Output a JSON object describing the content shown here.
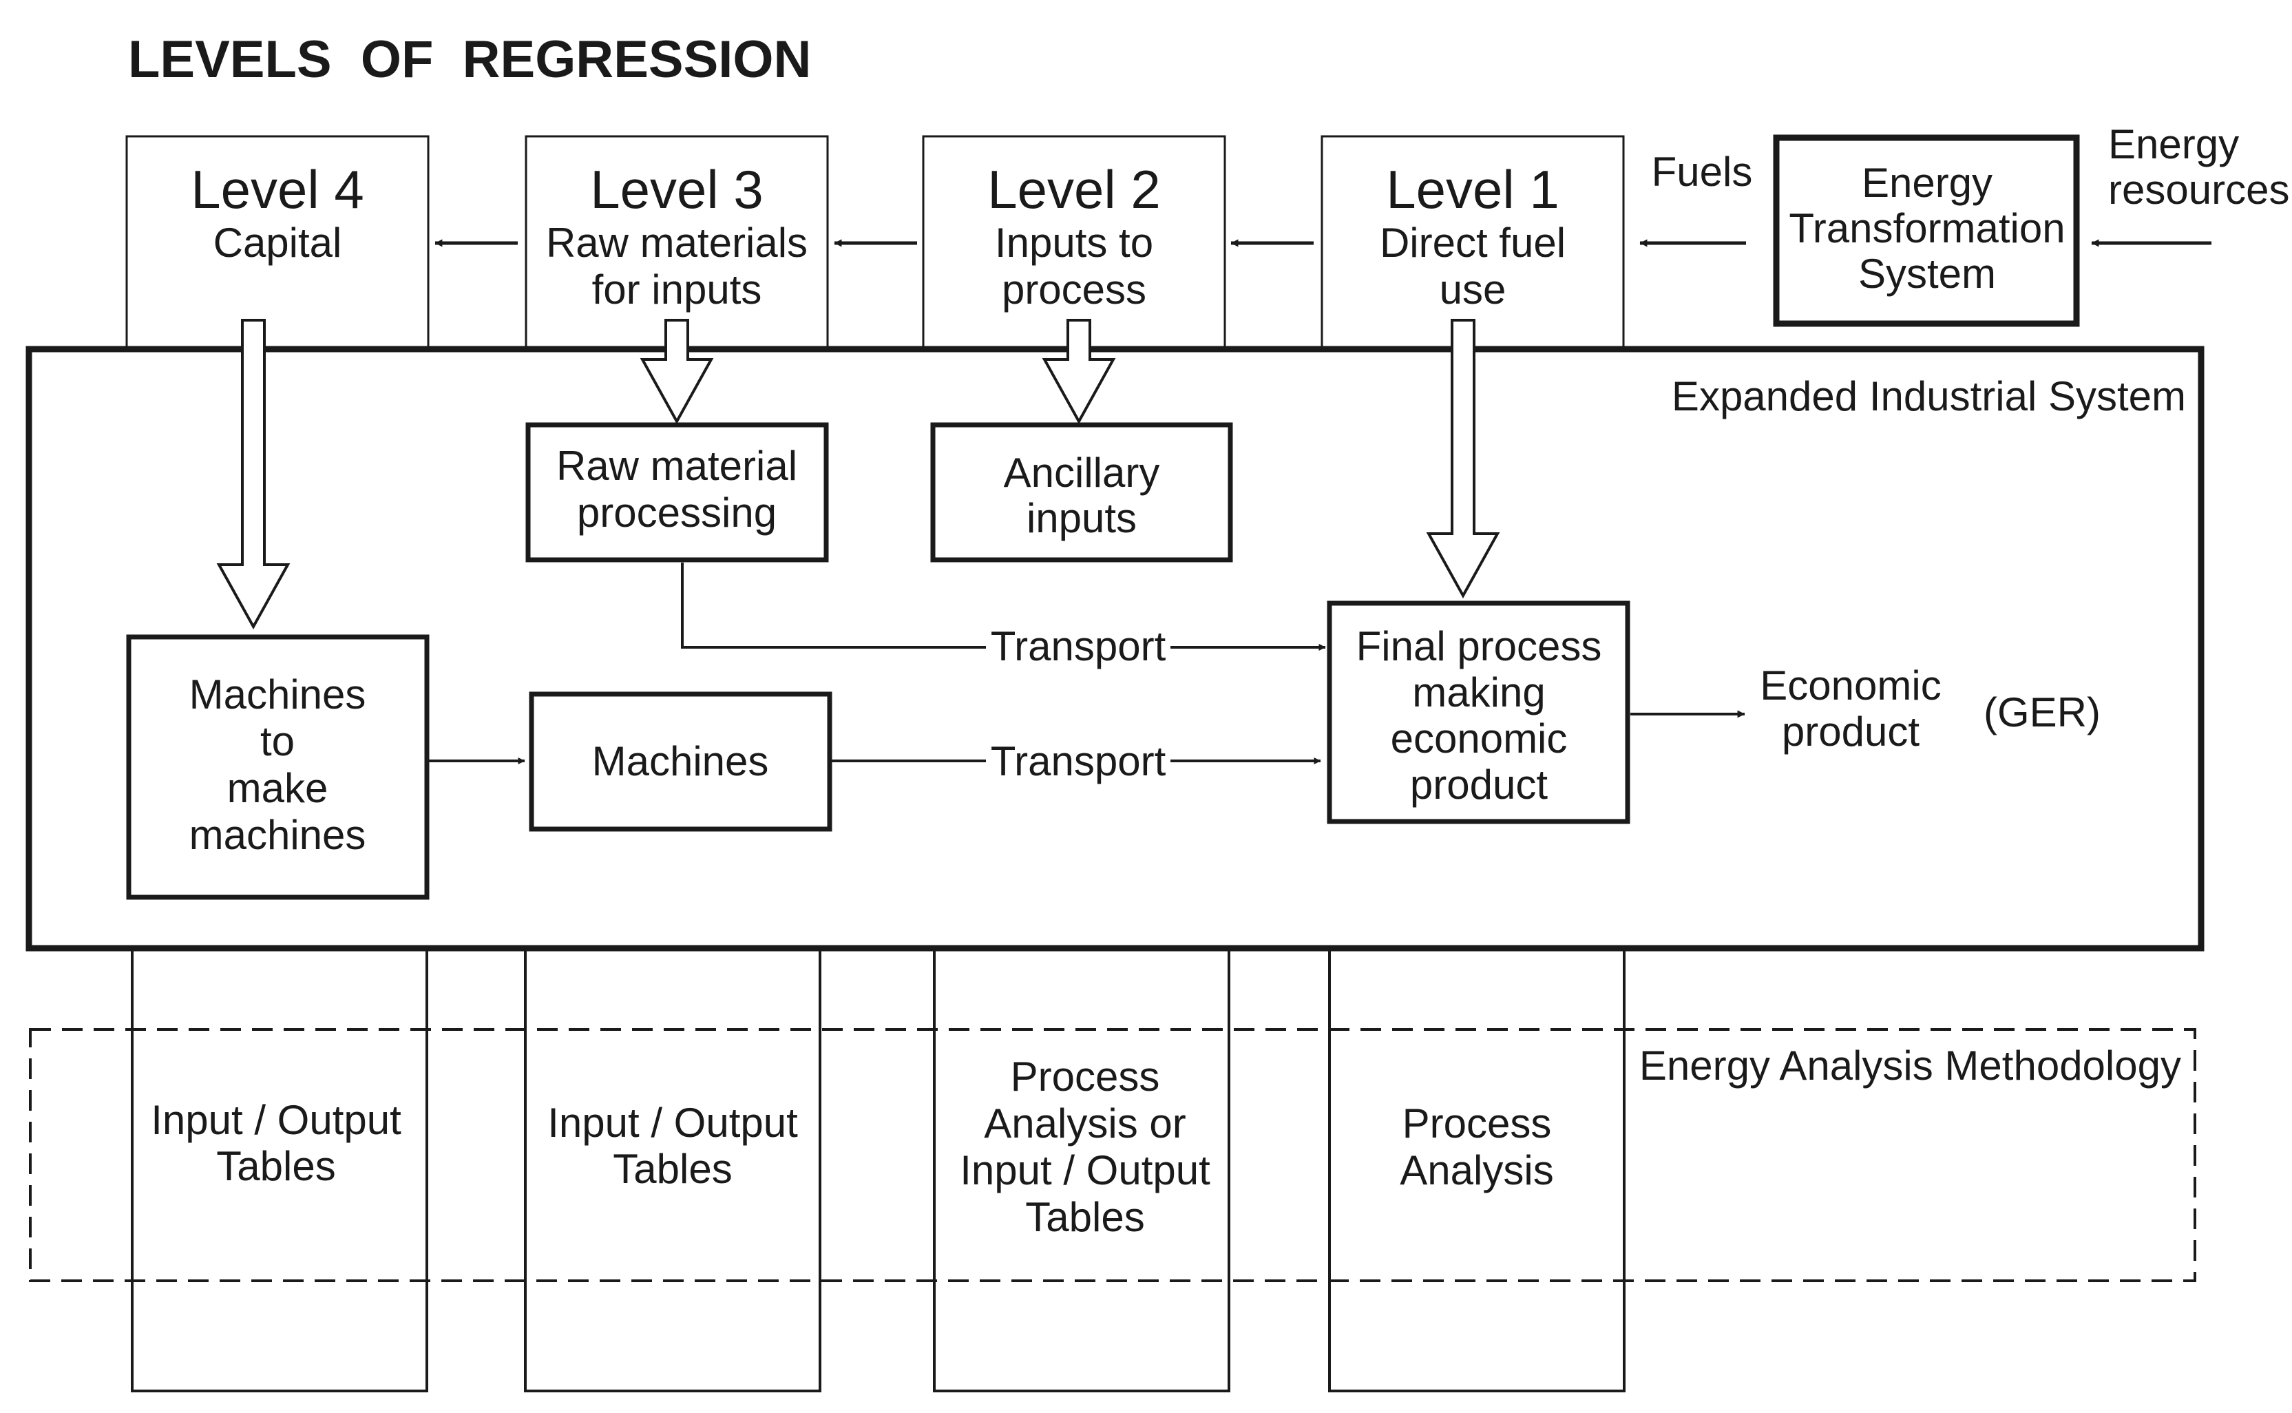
{
  "title": "LEVELS  OF  REGRESSION",
  "levels": [
    {
      "heading": "Level 4",
      "desc": [
        "Capital"
      ]
    },
    {
      "heading": "Level 3",
      "desc": [
        "Raw materials",
        "for inputs"
      ]
    },
    {
      "heading": "Level 2",
      "desc": [
        "Inputs to",
        "process"
      ]
    },
    {
      "heading": "Level 1",
      "desc": [
        "Direct fuel",
        "use"
      ]
    }
  ],
  "fuels_label": "Fuels",
  "energy_transformation": [
    "Energy",
    "Transformation",
    "System"
  ],
  "energy_resources": [
    "Energy",
    "resources"
  ],
  "system_label": "Expanded Industrial System",
  "processes": {
    "raw_material": [
      "Raw material",
      "processing"
    ],
    "ancillary": [
      "Ancillary",
      "inputs"
    ],
    "machines_to_make": [
      "Machines",
      "to",
      "make",
      "machines"
    ],
    "machines": [
      "Machines"
    ],
    "final": [
      "Final process",
      "making",
      "economic",
      "product"
    ]
  },
  "transport_label": "Transport",
  "economic_product": [
    "Economic",
    "product"
  ],
  "ger_label": "(GER)",
  "methodology_label": "Energy Analysis Methodology",
  "methods": [
    [
      "Input / Output",
      "Tables"
    ],
    [
      "Input / Output",
      "Tables"
    ],
    [
      "Process",
      "Analysis or",
      "Input / Output",
      "Tables"
    ],
    [
      "Process",
      "Analysis"
    ]
  ],
  "colors": {
    "line": "#1a1a1a",
    "background": "#ffffff"
  }
}
